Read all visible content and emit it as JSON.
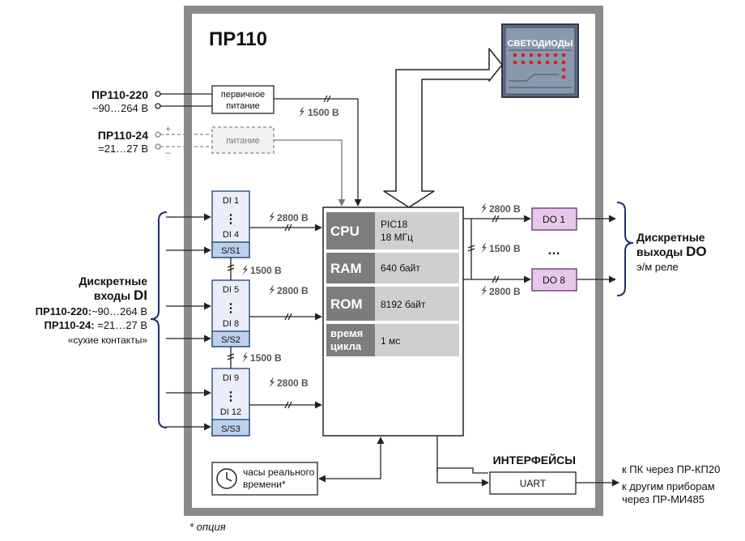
{
  "device": {
    "title": "ПР110"
  },
  "power": {
    "model_220": "ПР110-220",
    "range_220": "~90…264 В",
    "model_24": "ПР110-24",
    "range_24": "=21…27 В",
    "plus_symbol": "+",
    "minus_symbol": "–",
    "primary_supply_line1": "первичное",
    "primary_supply_line2": "питание",
    "supply_label": "питание",
    "isolation": "1500 В"
  },
  "led_panel": {
    "title": "СВЕТОДИОДЫ",
    "icon": "led-matrix-icon",
    "color": "#dd1c1c"
  },
  "inputs": {
    "heading_line1": "Дискретные",
    "heading_line2_prefix": "входы",
    "heading_line2_strong": "DI",
    "line_220_model": "ПР110-220:",
    "line_220_range": "~90…264 В",
    "line_24_model": "ПР110-24:",
    "line_24_range": "=21…27 В",
    "dry_contacts": "«сухие контакты»",
    "groups": [
      {
        "first": "DI 1",
        "dots": "⋮",
        "last": "DI 4",
        "common": "S/S1",
        "isolation": "2800 В"
      },
      {
        "first": "DI 5",
        "dots": "⋮",
        "last": "DI 8",
        "common": "S/S2",
        "isolation": "2800 В"
      },
      {
        "first": "DI 9",
        "dots": "⋮",
        "last": "DI 12",
        "common": "S/S3",
        "isolation": "2800 В"
      }
    ],
    "group_isolation_1": "1500 В",
    "group_isolation_2": "1500 В"
  },
  "cpu": {
    "rows": [
      {
        "name": "CPU",
        "value_line1": "PIC18",
        "value_line2": "18 МГц"
      },
      {
        "name": "RAM",
        "value_line1": "640 байт",
        "value_line2": ""
      },
      {
        "name": "ROM",
        "value_line1": "8192 байт",
        "value_line2": ""
      },
      {
        "name_line1": "время",
        "name_line2": "цикла",
        "value_line1": "1 мс"
      }
    ]
  },
  "outputs": {
    "first": "DO 1",
    "ellipsis": "…",
    "last": "DO 8",
    "isolation_top": "2800 В",
    "isolation_mid": "1500 В",
    "isolation_bottom": "2800 В",
    "heading_line1": "Дискретные",
    "heading_line2_prefix": "выходы",
    "heading_line2_strong": "DO",
    "relay_type": "э/м реле"
  },
  "clock": {
    "line1": "часы реального",
    "line2": "времени*",
    "icon": "clock-icon"
  },
  "interfaces": {
    "title": "ИНТЕРФЕЙСЫ",
    "uart": "UART",
    "dest_1": "к ПК через ПР-КП20",
    "dest_2": "к другим приборам",
    "dest_3": "через ПР-МИ485"
  },
  "footnote": "* опция",
  "colors": {
    "frame": "#8a8a8a",
    "di_fill": "#e9eef8",
    "di_stroke": "#1f3f7a",
    "ss_fill": "#bcd0ec",
    "do_fill": "#e6c8e8",
    "do_stroke": "#6a2c7a",
    "cpu_row": "#7d7d7d",
    "cpu_value": "#cfcfcf",
    "bracket": "#1f2f6a"
  }
}
